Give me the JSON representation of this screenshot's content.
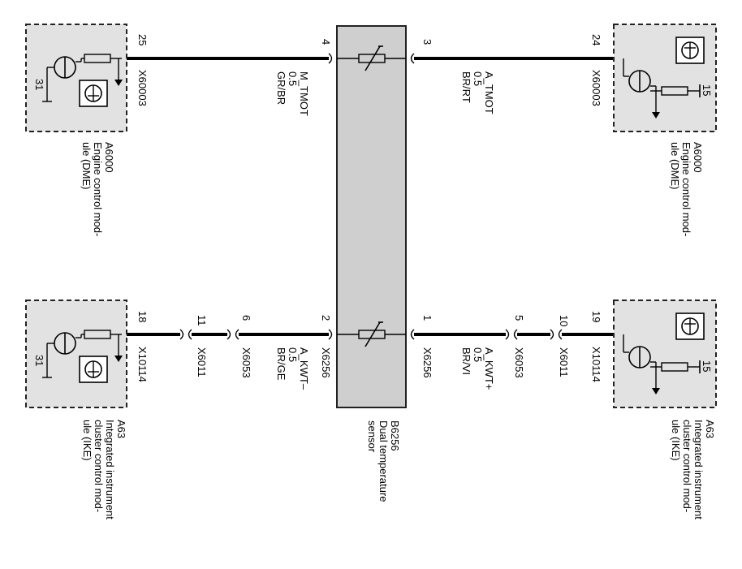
{
  "colors": {
    "module_fill": "#e2e2e2",
    "sensor_fill": "#cfcfcf",
    "wire": "#000000"
  },
  "sensor": {
    "id": "B6256",
    "name_lines": [
      "Dual temperature",
      "sensor"
    ]
  },
  "dme_top": {
    "id": "A6000",
    "name_lines": [
      "Engine control mod-",
      "ule (DME)"
    ],
    "pin": "25",
    "connector": "X60003",
    "ground": "31"
  },
  "dme_bottom": {
    "id": "A6000",
    "name_lines": [
      "Engine control mod-",
      "ule (DME)"
    ],
    "pin": "24",
    "connector": "X60003",
    "supply": "15"
  },
  "ike_top": {
    "id": "A63",
    "name_lines": [
      "Integrated instrument",
      "cluster control mod-",
      "ule (IKE)"
    ],
    "pin": "18",
    "connector": "X10114",
    "ground": "31"
  },
  "ike_bottom": {
    "id": "A63",
    "name_lines": [
      "Integrated instrument",
      "cluster control mod-",
      "ule (IKE)"
    ],
    "pin": "19",
    "connector": "X10114",
    "supply": "15"
  },
  "wires": {
    "m_tmot": {
      "signal": "M_TMOT",
      "gauge": "0.5",
      "color": "GR/BR",
      "sensor_pin": "4"
    },
    "a_tmot": {
      "signal": "A_TMOT",
      "gauge": "0.5",
      "color": "BR/RT",
      "sensor_pin": "3"
    },
    "a_kwt_minus": {
      "signal": "A_KWT–",
      "gauge": "0.5",
      "color": "BR/GE",
      "sensor_pin": "2",
      "sensor_conn": "X6256",
      "pin_a": "11",
      "conn_a": "X6011",
      "pin_b": "6",
      "conn_b": "X6053"
    },
    "a_kwt_plus": {
      "signal": "A_KWT+",
      "gauge": "0.5",
      "color": "BR/VI",
      "sensor_pin": "1",
      "sensor_conn": "X6256",
      "pin_a": "10",
      "conn_a": "X6011",
      "pin_b": "5",
      "conn_b": "X6053"
    }
  }
}
